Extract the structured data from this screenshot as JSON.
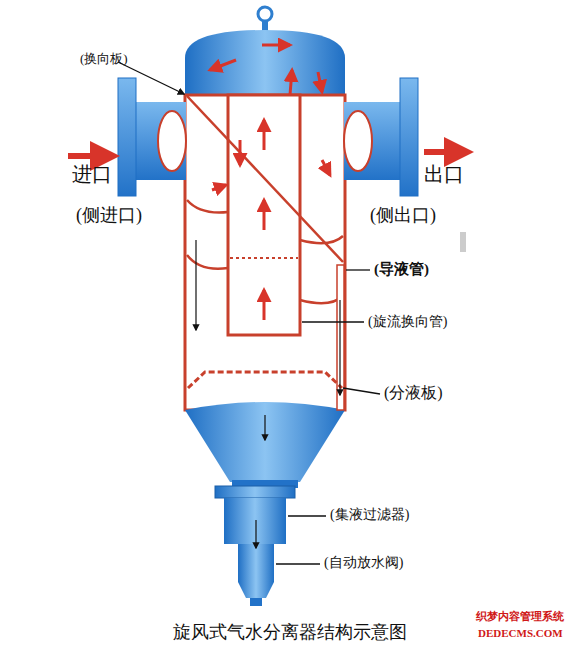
{
  "diagram": {
    "title": "旋风式气水分离器结构示意图",
    "labels": [
      "(换向板)",
      "进口",
      "(侧进口)",
      "出口",
      "(侧出口)",
      "(导液管)",
      "(旋流换向管)",
      "(分液板)",
      "(集液过滤器)",
      "(自动放水阀)",
      "织梦内容管理系统",
      "DEDECMS.COM"
    ]
  }
}
